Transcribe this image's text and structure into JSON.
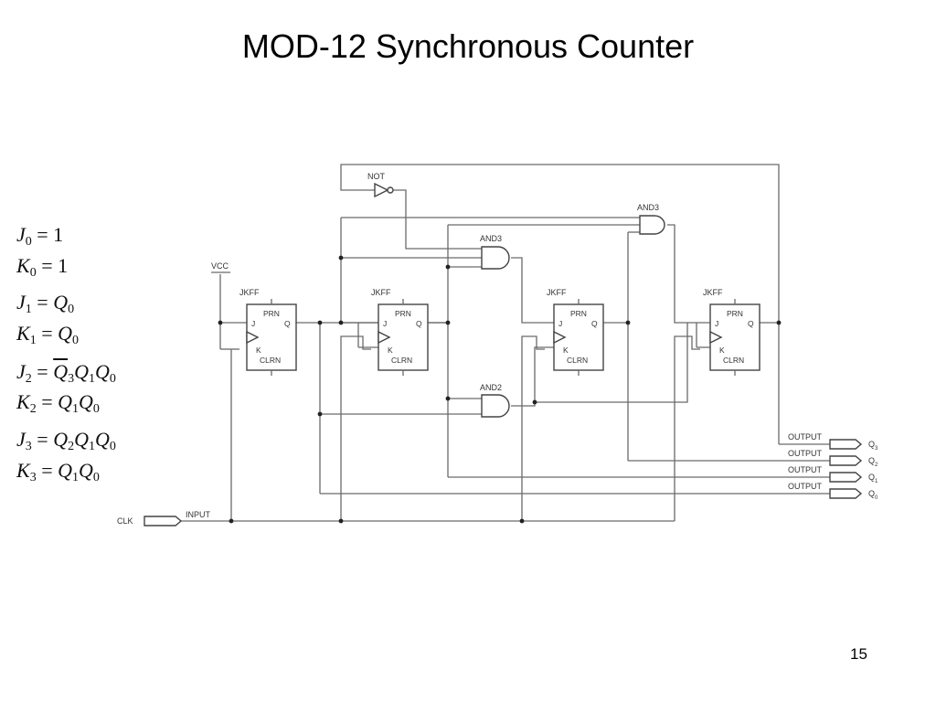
{
  "slide": {
    "title": "MOD-12 Synchronous Counter",
    "page_number": "15"
  },
  "equations": [
    {
      "lhs": "J",
      "lhs_sub": "0",
      "rhs": [
        {
          "t": "1"
        }
      ]
    },
    {
      "lhs": "K",
      "lhs_sub": "0",
      "rhs": [
        {
          "t": "1"
        }
      ]
    },
    {
      "lhs": "J",
      "lhs_sub": "1",
      "rhs": [
        {
          "v": "Q",
          "s": "0"
        }
      ]
    },
    {
      "lhs": "K",
      "lhs_sub": "1",
      "rhs": [
        {
          "v": "Q",
          "s": "0"
        }
      ]
    },
    {
      "lhs": "J",
      "lhs_sub": "2",
      "rhs": [
        {
          "v": "Q",
          "s": "3",
          "bar": true
        },
        {
          "v": "Q",
          "s": "1"
        },
        {
          "v": "Q",
          "s": "0"
        }
      ]
    },
    {
      "lhs": "K",
      "lhs_sub": "2",
      "rhs": [
        {
          "v": "Q",
          "s": "1"
        },
        {
          "v": "Q",
          "s": "0"
        }
      ]
    },
    {
      "lhs": "J",
      "lhs_sub": "3",
      "rhs": [
        {
          "v": "Q",
          "s": "2"
        },
        {
          "v": "Q",
          "s": "1"
        },
        {
          "v": "Q",
          "s": "0"
        }
      ]
    },
    {
      "lhs": "K",
      "lhs_sub": "3",
      "rhs": [
        {
          "v": "Q",
          "s": "1"
        },
        {
          "v": "Q",
          "s": "0"
        }
      ]
    }
  ],
  "circuit": {
    "flipflops": [
      {
        "type": "JKFF",
        "prn": "PRN",
        "clrn": "CLRN",
        "j": "J",
        "k": "K",
        "q": "Q"
      },
      {
        "type": "JKFF",
        "prn": "PRN",
        "clrn": "CLRN",
        "j": "J",
        "k": "K",
        "q": "Q"
      },
      {
        "type": "JKFF",
        "prn": "PRN",
        "clrn": "CLRN",
        "j": "J",
        "k": "K",
        "q": "Q"
      },
      {
        "type": "JKFF",
        "prn": "PRN",
        "clrn": "CLRN",
        "j": "J",
        "k": "K",
        "q": "Q"
      }
    ],
    "gates": {
      "not_label": "NOT",
      "and3_upper_label": "AND3",
      "and3_lower_label": "AND3",
      "and2_label": "AND2"
    },
    "vcc_label": "VCC",
    "input": {
      "pin": "CLK",
      "type": "INPUT"
    },
    "outputs": [
      {
        "type": "OUTPUT",
        "pin": "Q",
        "sub": "3"
      },
      {
        "type": "OUTPUT",
        "pin": "Q",
        "sub": "2"
      },
      {
        "type": "OUTPUT",
        "pin": "Q",
        "sub": "1"
      },
      {
        "type": "OUTPUT",
        "pin": "Q",
        "sub": "0"
      }
    ]
  }
}
